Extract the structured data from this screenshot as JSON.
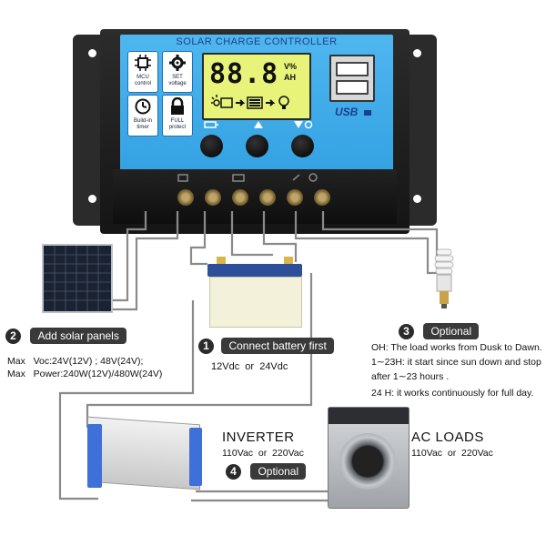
{
  "controller": {
    "title": "SOLAR CHARGE CONTROLLER",
    "tiles": [
      {
        "icon": "chip-icon",
        "label": "MCU\ncontrol"
      },
      {
        "icon": "gear-icon",
        "label": "SET\nvoltage"
      },
      {
        "icon": "clock-icon",
        "label": "Build-in\ntimer"
      },
      {
        "icon": "lock-icon",
        "label": "FULL\nprotect"
      }
    ],
    "lcd_digits": "88.8",
    "lcd_unit_top": "V%",
    "lcd_unit_bottom": "AH",
    "usb_label": "USB"
  },
  "items": {
    "solar": {
      "number": "2",
      "title": "Add solar panels",
      "line1_key": "Max",
      "line1_val": "Voc:24V(12V) ; 48V(24V);",
      "line2_key": "Max",
      "line2_val": "Power:240W(12V)/480W(24V)"
    },
    "battery": {
      "number": "1",
      "title": "Connect battery first",
      "sub": "12Vdc  or  24Vdc"
    },
    "load": {
      "number": "3",
      "title": "Optional",
      "lines": [
        "OH: The load works from Dusk to Dawn.",
        "1∼23H: it start since sun down and stop",
        "after 1∼23 hours .",
        "24 H: it works continuously for full day."
      ]
    },
    "inverter": {
      "number": "4",
      "title": "Optional",
      "name": "INVERTER",
      "sub": "110Vac  or  220Vac"
    },
    "ac": {
      "name": "AC LOADS",
      "sub": "110Vac  or  220Vac"
    }
  },
  "colors": {
    "panel_blue": "#3aa8e8",
    "lcd": "#e8f37a",
    "wire": "#8a8a8a"
  }
}
